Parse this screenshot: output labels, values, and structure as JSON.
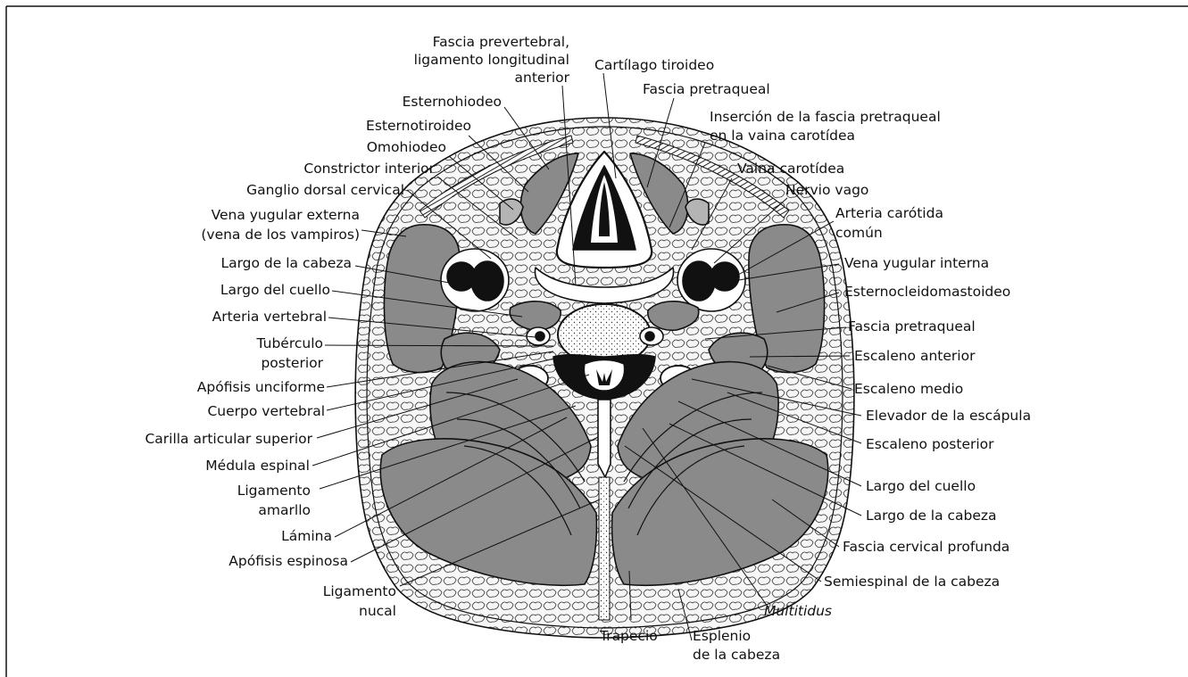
{
  "labels_top": {
    "prevertebral_1": "Fascia prevertebral,",
    "prevertebral_2": "ligamento longitudinal",
    "prevertebral_3": "anterior",
    "tiroideo": "Cartílago tiroideo",
    "pretraqueal_top": "Fascia pretraqueal",
    "insercion_1": "Inserción de la fascia pretraqueal",
    "insercion_2": "en la vaina carotídea"
  },
  "labels_left": {
    "esternohiodeo": "Esternohiodeo",
    "esternotiroideo": "Esternotiroideo",
    "omohiodeo": "Omohiodeo",
    "constrictor": "Constrictor interior",
    "ganglio": "Ganglio dorsal cervical",
    "vena_ext_1": "Vena yugular externa",
    "vena_ext_2": "(vena de los vampiros)",
    "largo_cabeza": "Largo de la cabeza",
    "largo_cuello": "Largo del cuello",
    "arteria_vertebral": "Arteria vertebral",
    "tuberculo_1": "Tubérculo",
    "tuberculo_2": "posterior",
    "apofisis_unciforme": "Apófisis unciforme",
    "cuerpo_vertebral": "Cuerpo vertebral",
    "carilla": "Carilla articular superior",
    "medula": "Médula espinal",
    "lig_amarillo_1": "Ligamento",
    "lig_amarillo_2": "amarllo",
    "lamina": "Lámina",
    "apofisis_espinosa": "Apófisis espinosa",
    "lig_nucal_1": "Ligamento",
    "lig_nucal_2": "nucal"
  },
  "labels_right": {
    "vaina": "Vaina carotídea",
    "vago": "Nervio vago",
    "carotida_1": "Arteria carótida",
    "carotida_2": "común",
    "vena_int": "Vena yugular interna",
    "ecm": "Esternocleidomastoideo",
    "pretraqueal": "Fascia pretraqueal",
    "esc_anterior": "Escaleno anterior",
    "esc_medio": "Escaleno medio",
    "elevador": "Elevador de la escápula",
    "esc_posterior": "Escaleno posterior",
    "largo_cuello": "Largo del cuello",
    "largo_cabeza": "Largo de la cabeza",
    "fascia_profunda": "Fascia cervical profunda",
    "semiespinal": "Semiespinal de la cabeza"
  },
  "labels_bottom": {
    "multitidus": "Multitidus",
    "trapecio": "Trapecio",
    "esplenio_1": "Esplenio",
    "esplenio_2": "de la cabeza"
  },
  "colors": {
    "muscle": "#8a8a8a",
    "muscle_light": "#b4b4b4",
    "outline": "#111111",
    "fat_bg": "#f6f6f6",
    "white": "#ffffff"
  }
}
